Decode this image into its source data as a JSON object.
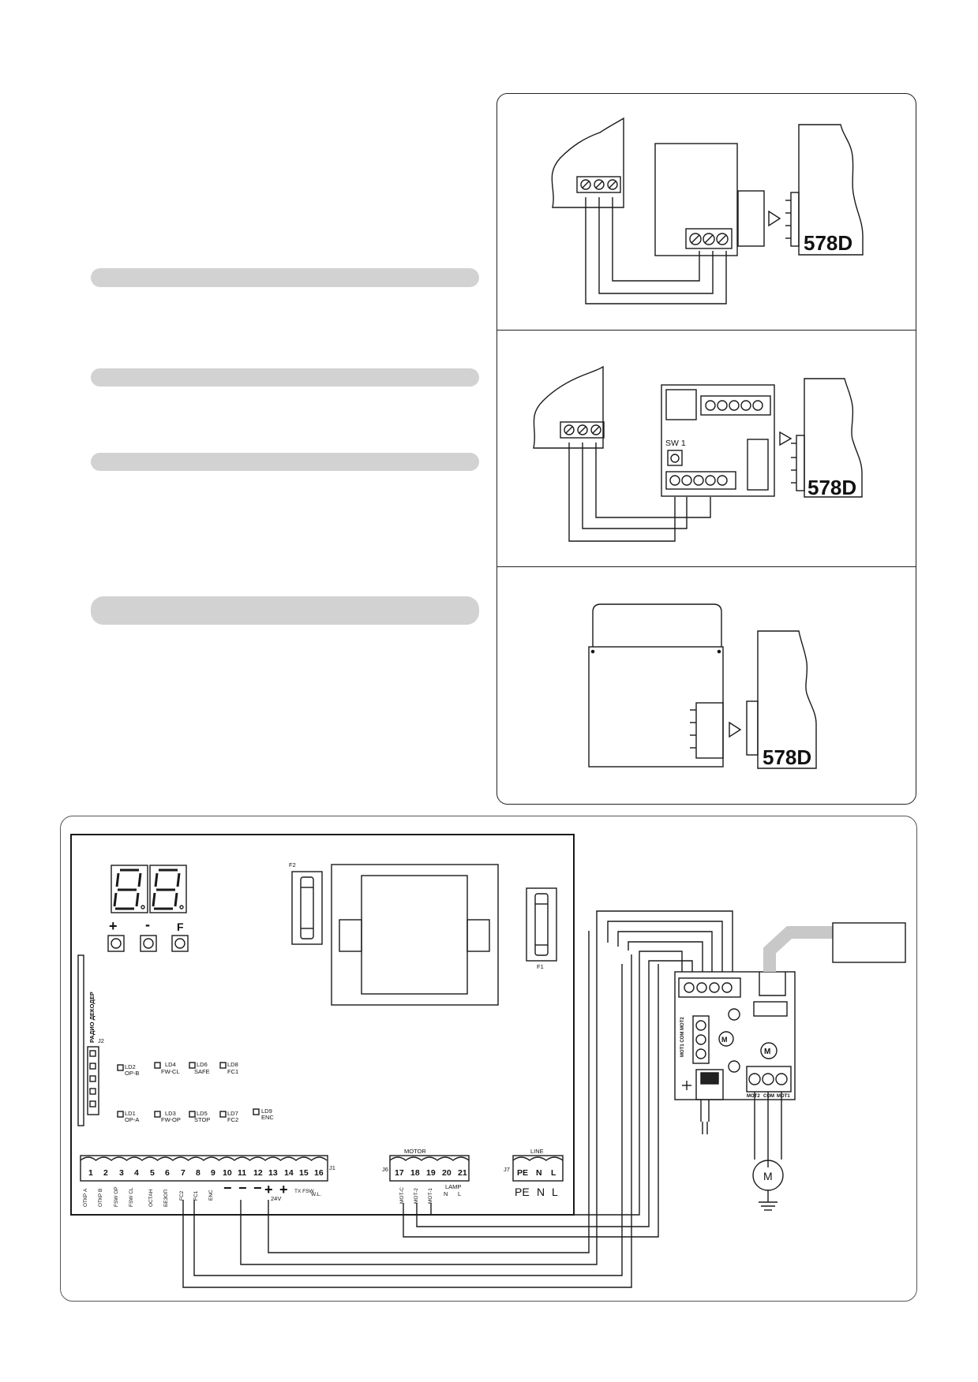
{
  "text_bars": [
    {
      "id": "bar1"
    },
    {
      "id": "bar2"
    },
    {
      "id": "bar3"
    },
    {
      "id": "bar4"
    }
  ],
  "panels": {
    "top": {
      "model": "578D"
    },
    "middle": {
      "model": "578D",
      "switch_label": "SW 1"
    },
    "bottom": {
      "model": "578D"
    }
  },
  "board": {
    "display_buttons": [
      "+",
      "-",
      "F"
    ],
    "fuses": [
      "F2",
      "F1"
    ],
    "radio_label": "РАДИО ДЕКОДЕР",
    "radio_connector": "J2",
    "leds_row1": [
      {
        "id": "LD2",
        "label": "OP-B"
      },
      {
        "id": "LD4",
        "label": "FW-CL"
      },
      {
        "id": "LD6",
        "label": "SAFE"
      },
      {
        "id": "LD8",
        "label": "FC1"
      }
    ],
    "leds_row2": [
      {
        "id": "LD1",
        "label": "OP-A"
      },
      {
        "id": "LD3",
        "label": "FW-OP"
      },
      {
        "id": "LD5",
        "label": "STOP"
      },
      {
        "id": "LD7",
        "label": "FC2"
      },
      {
        "id": "LD9",
        "label": "ENC"
      }
    ],
    "j1": {
      "name": "J1",
      "terminals": [
        "1",
        "2",
        "3",
        "4",
        "5",
        "6",
        "7",
        "8",
        "9",
        "10",
        "11",
        "12",
        "13",
        "14",
        "15",
        "16"
      ],
      "labels": [
        "ОТКР A",
        "ОТКР B",
        "FSW OP",
        "FSW CL",
        "ОСТАН",
        "БЕЗОП",
        "FC2",
        "FC1",
        "ENC",
        "−",
        "−",
        "−",
        "+",
        "+",
        "TX FSW",
        "W.L."
      ],
      "voltage": "24V"
    },
    "j6": {
      "name": "J6",
      "title": "MOTOR",
      "terminals": [
        "17",
        "18",
        "19",
        "20",
        "21"
      ],
      "labels": [
        "MOT-C",
        "MOT-2",
        "MOT-1"
      ],
      "lamp": "LAMP",
      "lamp_labels": [
        "N",
        "L"
      ]
    },
    "j7": {
      "name": "J7",
      "title": "LINE",
      "terminals": [
        "PE",
        "N",
        "L"
      ],
      "labels": [
        "PE",
        "N",
        "L"
      ]
    }
  },
  "motor_module": {
    "side_labels": "MOT1 COM MOT2",
    "bottom_labels": [
      "MOT2",
      "COM",
      "MOT1"
    ],
    "motor_symbol": "M"
  }
}
